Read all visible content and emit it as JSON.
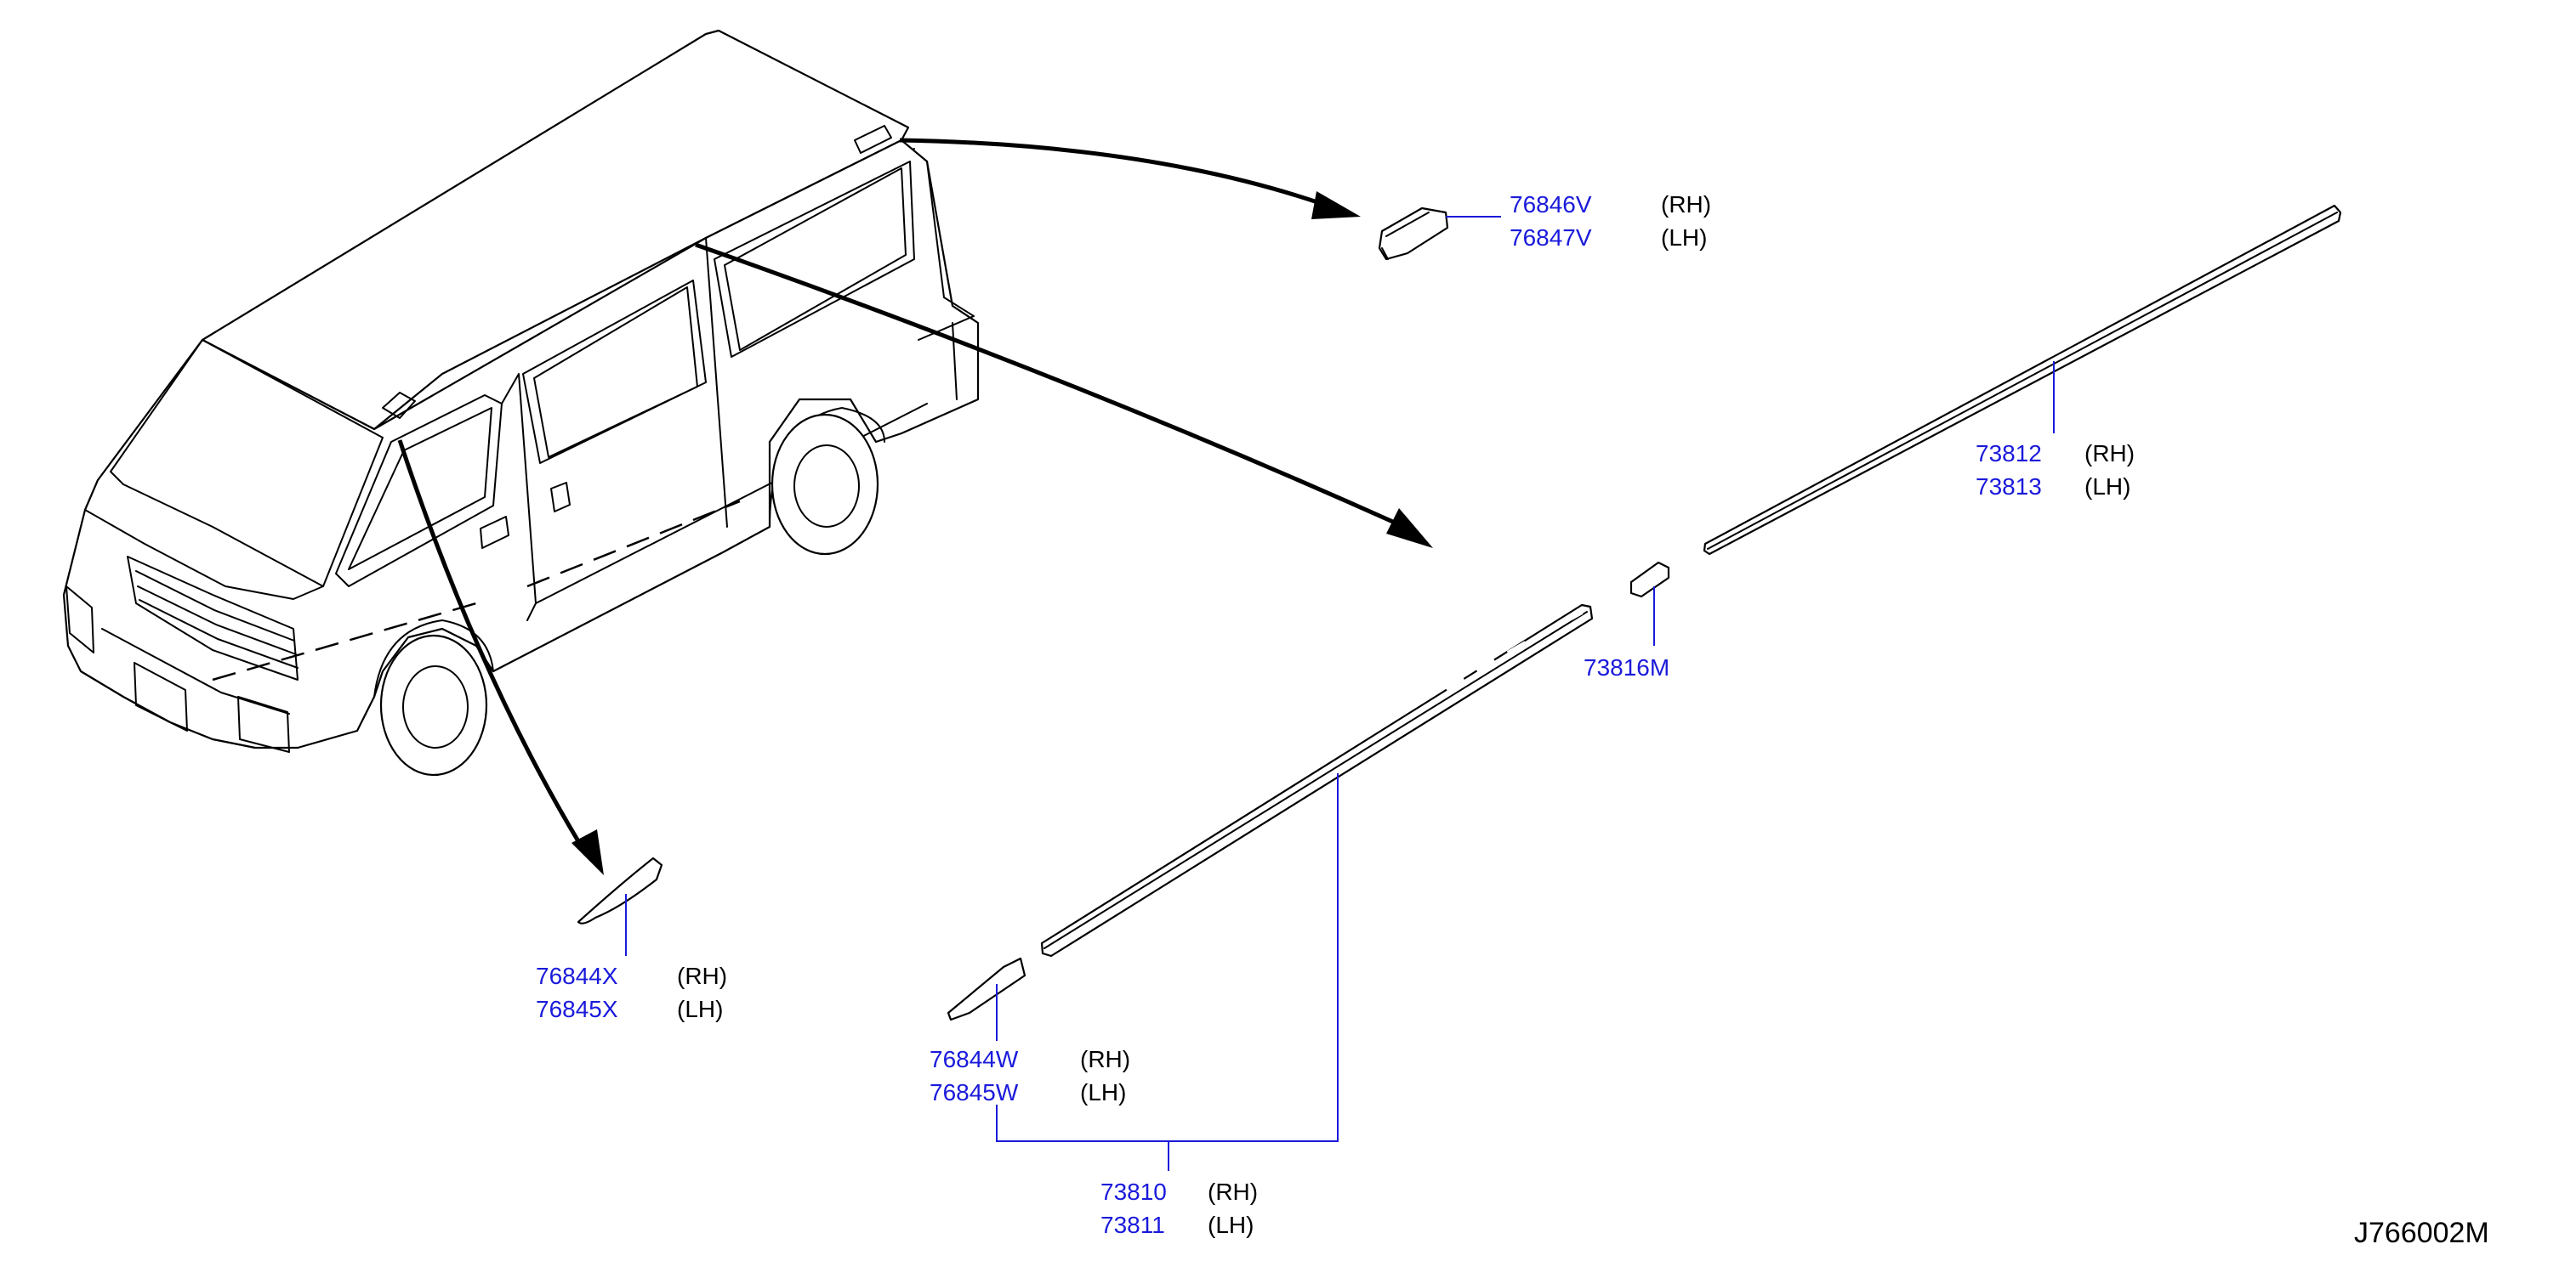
{
  "colors": {
    "part_number": "#1a1adb",
    "text": "#000000",
    "background": "#ffffff"
  },
  "callouts": {
    "roof_cover": {
      "rh": {
        "part": "76846V",
        "side": "(RH)"
      },
      "lh": {
        "part": "76847V",
        "side": "(LH)"
      }
    },
    "upper_molding": {
      "rh": {
        "part": "73812",
        "side": "(RH)"
      },
      "lh": {
        "part": "73813",
        "side": "(LH)"
      }
    },
    "joint_clip": {
      "part": "73816M"
    },
    "front_pillar_cover": {
      "rh": {
        "part": "76844X",
        "side": "(RH)"
      },
      "lh": {
        "part": "76845X",
        "side": "(LH)"
      }
    },
    "end_cap": {
      "rh": {
        "part": "76844W",
        "side": "(RH)"
      },
      "lh": {
        "part": "76845W",
        "side": "(LH)"
      }
    },
    "lower_molding_assy": {
      "rh": {
        "part": "73810",
        "side": "(RH)"
      },
      "lh": {
        "part": "73811",
        "side": "(LH)"
      }
    }
  },
  "diagram_code": "J766002M"
}
